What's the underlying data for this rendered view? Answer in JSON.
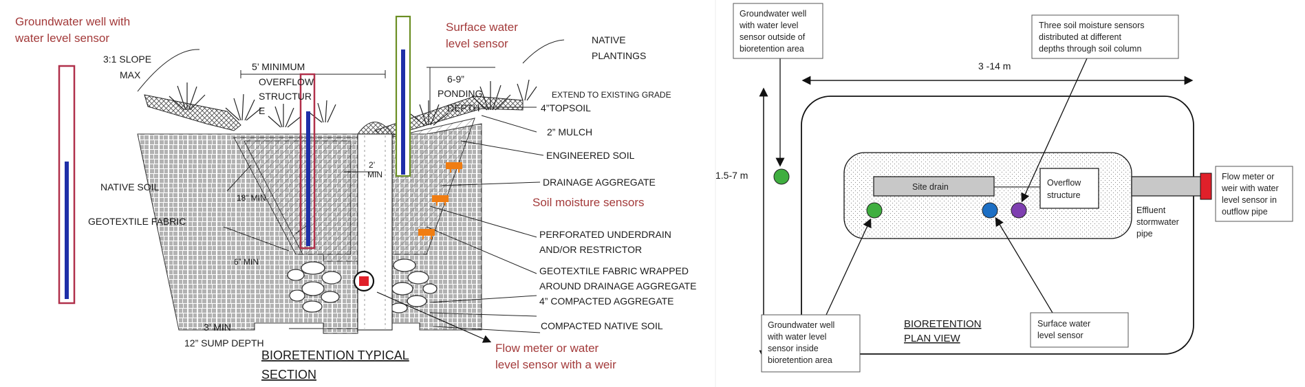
{
  "section": {
    "title_line1": "BIORETENTION TYPICAL",
    "title_line2": "SECTION",
    "red_labels": {
      "gw_well_1": "Groundwater well with",
      "gw_well_2": "water level sensor",
      "surface_1": "Surface water",
      "surface_2": "level sensor",
      "soil_moisture": "Soil moisture sensors",
      "flow_1": "Flow meter or water",
      "flow_2": "level sensor with a weir"
    },
    "labels": {
      "slope_1": "3:1 SLOPE",
      "slope_2": "MAX",
      "overflow_1": "5’ MINIMUM",
      "overflow_2": "OVERFLOW",
      "overflow_3": "STRUCTUR",
      "overflow_4": "E",
      "ponding_1": "6-9”",
      "ponding_2": "PONDING",
      "ponding_3": "DEPTH",
      "native_plantings_1": "NATIVE",
      "native_plantings_2": "PLANTINGS",
      "extend": "EXTEND TO EXISTING GRADE",
      "topsoil": "4”TOPSOIL",
      "mulch": "2” MULCH",
      "engineered_soil": "ENGINEERED SOIL",
      "drainage_aggregate": "DRAINAGE AGGREGATE",
      "native_soil": "NATIVE SOIL",
      "geotextile": "GEOTEXTILE FABRIC",
      "underdrain_1": "PERFORATED UNDERDRAIN",
      "underdrain_2": "AND/OR RESTRICTOR",
      "geo_wrap_1": "GEOTEXTILE FABRIC WRAPPED",
      "geo_wrap_2": "AROUND DRAINAGE AGGREGATE",
      "compacted_agg": "4” COMPACTED AGGREGATE",
      "compacted_native": "COMPACTED NATIVE SOIL",
      "three_min": "3’ MIN",
      "sump": "12” SUMP DEPTH",
      "two_min_1": "2’",
      "two_min_2": "MIN",
      "eighteen_min": "18” MIN",
      "six_min": "6” MIN"
    }
  },
  "plan": {
    "title_line1": "BIORETENTION",
    "title_line2": "PLAN VIEW",
    "length_dim": "3 -14 m",
    "width_dim": "1.5-7 m",
    "site_drain": "Site drain",
    "overflow_1": "Overflow",
    "overflow_2": "structure",
    "effluent_1": "Effluent",
    "effluent_2": "stormwater",
    "effluent_3": "pipe",
    "box_gw_out": [
      "Groundwater well",
      "with water level",
      "sensor outside of",
      "bioretention area"
    ],
    "box_moisture": [
      "Three soil moisture sensors",
      "distributed at different",
      "depths through soil column"
    ],
    "box_flow": [
      "Flow meter or",
      "weir with water",
      "level sensor in",
      "outflow pipe"
    ],
    "box_gw_in": [
      "Groundwater well",
      "with water level",
      "sensor inside",
      "bioretention area"
    ],
    "box_surface": [
      "Surface water",
      "level sensor"
    ]
  },
  "colors": {
    "red_label": "#a33a3a",
    "well_outline": "#b0304a",
    "sensor_blue": "#1f2fa8",
    "surface_well_outline": "#6b8e23",
    "moisture_orange": "#f07d12",
    "flow_red": "#e0202a",
    "green_dot": "#3fae3f",
    "blue_dot": "#1d6fc4",
    "purple_dot": "#7e3fb0"
  }
}
